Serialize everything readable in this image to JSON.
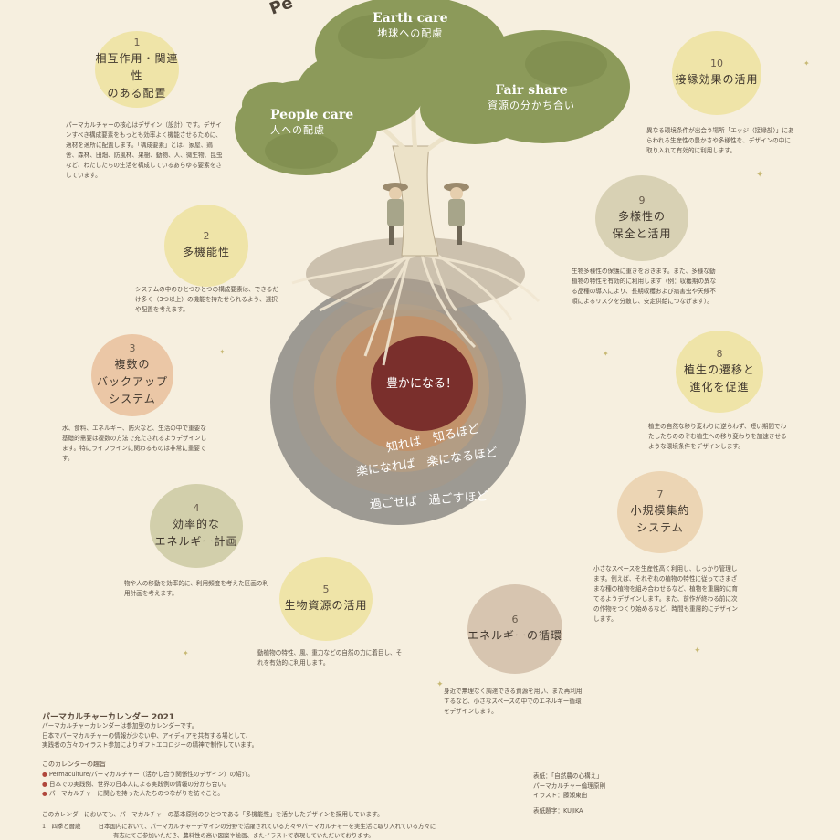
{
  "header": {
    "partial_word": "Pe"
  },
  "ethics": {
    "earth": {
      "en": "Earth care",
      "ja": "地球への配慮"
    },
    "fair": {
      "en": "Fair share",
      "ja": "資源の分かち合い"
    },
    "people": {
      "en": "People care",
      "ja": "人への配慮"
    }
  },
  "rings": {
    "center": "豊かになる！",
    "ring1": "知れば　知るほど",
    "ring2": "楽になれば　楽になるほど",
    "ring3": "過ごせば　過ごすほど"
  },
  "principles": [
    {
      "num": "1",
      "title": "相互作用・関連性\nのある配置",
      "desc": "パーマカルチャーの核心はデザイン（設計）です。デザインすべき構成要素をもっとも効率よく機能させるために、適材を適所に配置します。「構成要素」とは、家屋、鶏舎、森林、田畑、防風林、果樹、動物、人、微生物、昆虫など、わたしたちの生活を構成しているあらゆる要素をさしています。"
    },
    {
      "num": "2",
      "title": "多機能性",
      "desc": "システムの中のひとつひとつの構成要素は、できるだけ多く（3つ以上）の機能を持たせられるよう、選択や配置を考えます。"
    },
    {
      "num": "3",
      "title": "複数の\nバックアップ\nシステム",
      "desc": "水、食料、エネルギー、防火など、生活の中で重要な基礎的需要は複数の方法で充たされるようデザインします。特にライフラインに関わるものは非常に重要です。"
    },
    {
      "num": "4",
      "title": "効率的な\nエネルギー計画",
      "desc": "物や人の移動を効率的に、利用頻度を考えた区画の利用計画を考えます。"
    },
    {
      "num": "5",
      "title": "生物資源の活用",
      "desc": "動植物の特性、風、重力などの自然の力に着目し、それを有効的に利用します。"
    },
    {
      "num": "6",
      "title": "エネルギーの循環",
      "desc": "身近で無理なく調達できる資源を用い、また再利用するなど、小さなスペースの中でのエネルギー循環をデザインします。"
    },
    {
      "num": "7",
      "title": "小規模集約\nシステム",
      "desc": "小さなスペースを生産性高く利用し、しっかり管理します。例えば、それぞれの植物の特性に従ってさまざまな種の植物を組み合わせるなど、植物を重層的に育てるようデザインします。また、前作が終わる前に次の作物をつくり始めるなど、時間も重層的にデザインします。"
    },
    {
      "num": "8",
      "title": "植生の遷移と\n進化を促進",
      "desc": "植生の自然な移り変わりに逆らわず、短い期間でわたしたちののぞむ植生への移り変わりを加速させるような環境条件をデザインします。"
    },
    {
      "num": "9",
      "title": "多様性の\n保全と活用",
      "desc": "生物多様性の保護に重きをおきます。また、多様な動植物の特性を有効的に利用します（例：収穫期の異なる品種の導入により、長期収穫および病害虫や天候不順によるリスクを分散し、安定供給につなげます）。"
    },
    {
      "num": "10",
      "title": "接縁効果の活用",
      "desc": "異なる環境条件が出会う場所「エッジ（接縁部）」にあらわれる生産性の豊かさや多様性を、デザインの中に取り入れて有効的に利用します。"
    }
  ],
  "calendar": {
    "title": "パーマカルチャーカレンダー 2021",
    "text": [
      "パーマカルチャーカレンダーは参加型のカレンダーです。",
      "日本でパーマカルチャーの情報が少ない中、アイディアを共有する場として、",
      "実践者の方々のイラスト参加によりギフトエコロジーの精神で制作しています。"
    ],
    "intent_title": "このカレンダーの趣旨",
    "intents": [
      "Permaculture/パーマカルチャー（活かし合う関係性のデザイン）の紹介。",
      "日本での実践例、世界の日本人による実践例の情報の分かち合い。",
      "パーマカルチャーに関心を持った人たちのつながりを紡ぐこと。"
    ],
    "note": "このカレンダーにおいても、パーマカルチャーの基本原則のひとつである「多機能性」を活かしたデザインを採用しています。",
    "foot_label": "1　四季と暦歳",
    "foot1": "日本国内において、パーマカルチャーデザインの分野で活躍されている方々やパーマカルチャーを実生活に取り入れている方々に",
    "foot2": "有志にてご参加いただき、農料性の高い図案や絵画、またイラストで表現していただいております。"
  },
  "credits": {
    "lines": [
      "表紙：「自然農の心構え」",
      "パーマカルチャー倫理原則",
      "イラスト：藤瀬東由"
    ],
    "design": "表紙題字：KUJIKA"
  },
  "colors": {
    "background": "#f6efdf",
    "tree": "#8c9a5a",
    "ring_outer": "#8d8b86",
    "ring_mid": "#b49f87",
    "ring_inner": "#c2926a",
    "core": "#7a2f2c"
  }
}
